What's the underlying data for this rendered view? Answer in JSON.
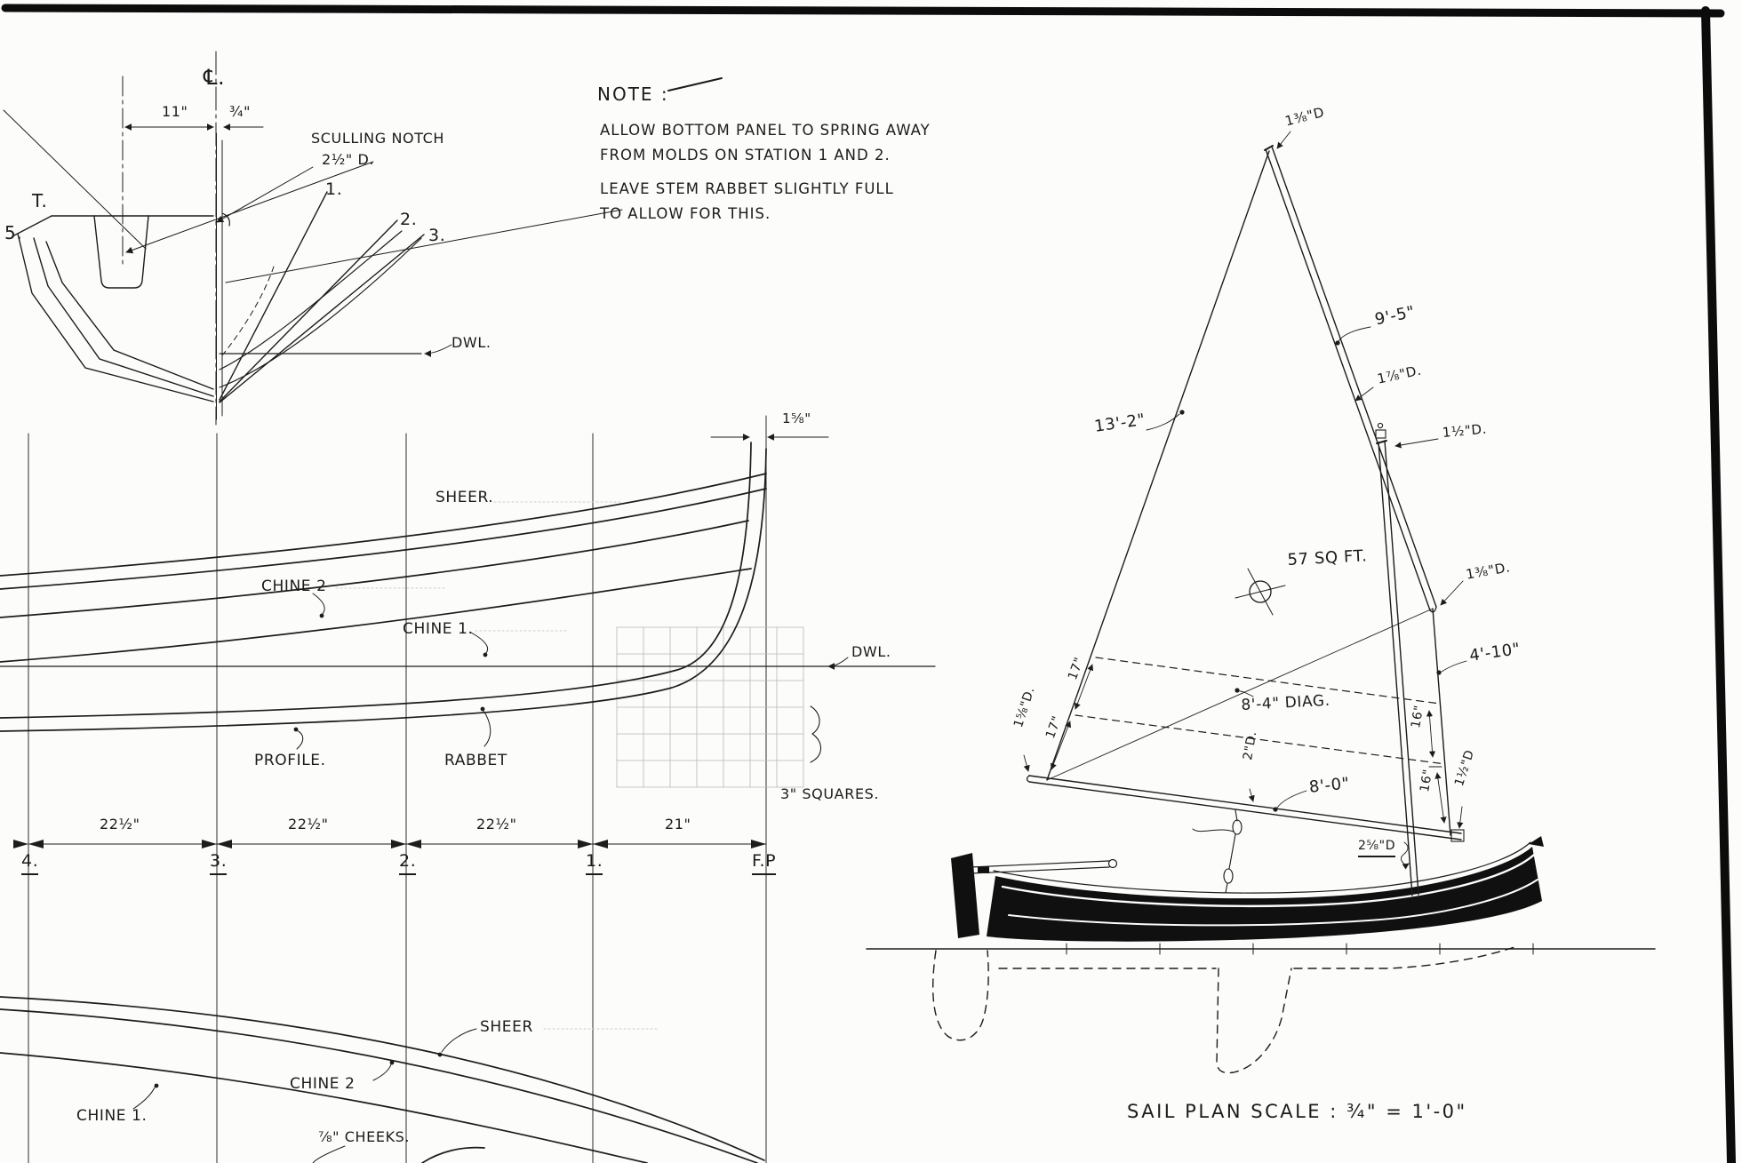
{
  "body_plan": {
    "centerline": "℄.",
    "dim_left": "11\"",
    "dim_right": "¾\"",
    "notch_label_1": "SCULLING NOTCH",
    "notch_label_2": "2½\" D.",
    "station_t": "T.",
    "station_5": "5.",
    "station_1": "1.",
    "station_2": "2.",
    "station_3": "3.",
    "dwl": "DWL."
  },
  "note": {
    "title": "NOTE :",
    "line1": "ALLOW BOTTOM PANEL TO SPRING AWAY",
    "line2": "FROM MOLDS ON STATION 1 AND 2.",
    "line3": "LEAVE STEM RABBET SLIGHTLY FULL",
    "line4": "TO ALLOW FOR THIS."
  },
  "profile": {
    "sheer": "SHEER.",
    "chine2": "CHINE 2",
    "chine1": "CHINE 1.",
    "profile_label": "PROFILE.",
    "rabbet": "RABBET",
    "dwl": "DWL.",
    "squares": "3\" SQUARES.",
    "stem_dim": "1⅝\""
  },
  "stations": {
    "spacings": [
      "22½\"",
      "22½\"",
      "22½\"",
      "21\""
    ],
    "labels": [
      "4.",
      "3.",
      "2.",
      "1.",
      "F.P"
    ]
  },
  "half_breadth": {
    "sheer": "SHEER",
    "chine2": "CHINE 2",
    "chine1": "CHINE 1.",
    "cheeks": "⅞\" CHEEKS."
  },
  "sail_plan": {
    "yard_top_dia": "1⅜\"D",
    "yard_length": "9'-5\"",
    "yard_mid_dia": "1⅞\"D.",
    "masthead_dia": "1½\"D.",
    "leech_length": "13'-2\"",
    "sail_area": "57 SQ FT.",
    "yard_lower_dia": "1⅜\"D.",
    "luff_length": "4'-10\"",
    "diagonal": "8'-4\" DIAG.",
    "foot_length": "8'-0\"",
    "boom_mid_dia": "2\"D.",
    "reef_aft_1": "17\"",
    "reef_aft_2": "17\"",
    "reef_fwd_1": "16\"",
    "reef_fwd_2": "16\"",
    "boom_aft_dia": "1⅝\"D.",
    "boom_fwd_dia": "1½\"D",
    "mast_partner_dia": "2⅝\"D",
    "scale_note": "SAIL PLAN SCALE : ¾\" = 1'-0\""
  }
}
